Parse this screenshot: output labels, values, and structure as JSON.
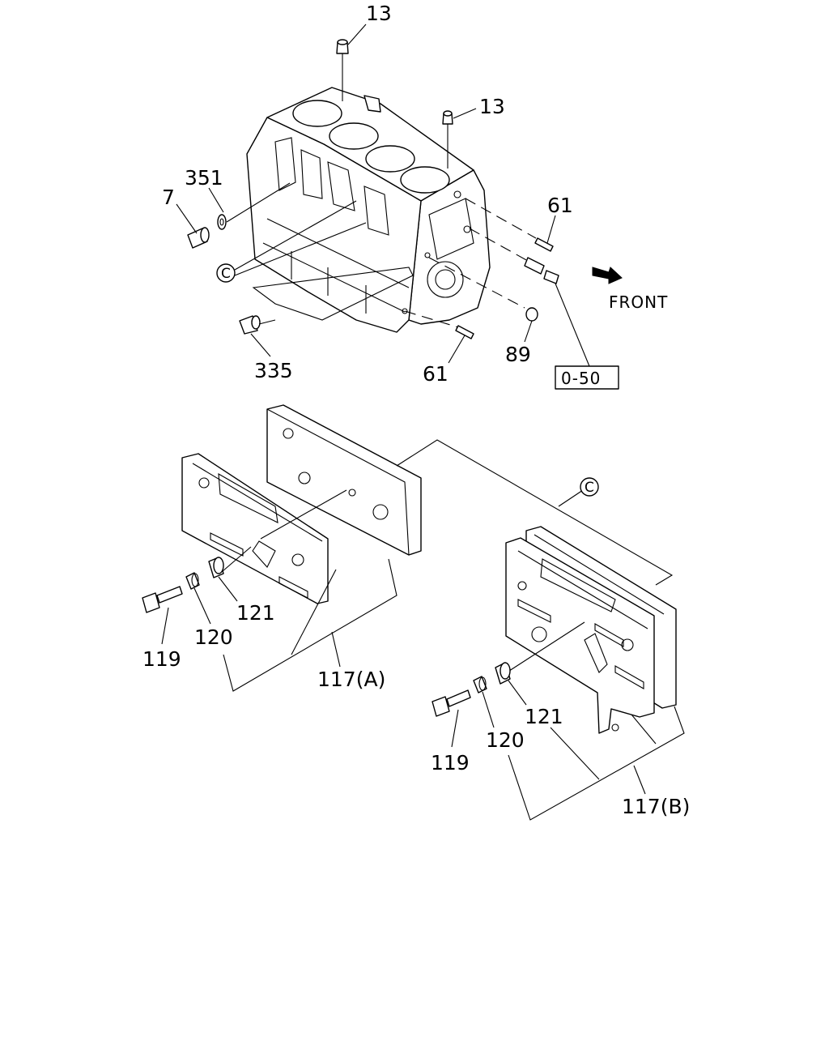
{
  "labels": {
    "l13a": "13",
    "l13b": "13",
    "l351": "351",
    "l7": "7",
    "l61a": "61",
    "l61b": "61",
    "l335": "335",
    "l89": "89",
    "l050": "0-50",
    "front": "FRONT",
    "cA": "C",
    "cB": "C",
    "l121a": "121",
    "l120a": "120",
    "l119a": "119",
    "l117A": "117(A)",
    "l121b": "121",
    "l120b": "120",
    "l119b": "119",
    "l117B": "117(B)"
  },
  "icons": {
    "front_arrow": "front-arrow-icon",
    "reference_circle": "circled-c-icon"
  }
}
